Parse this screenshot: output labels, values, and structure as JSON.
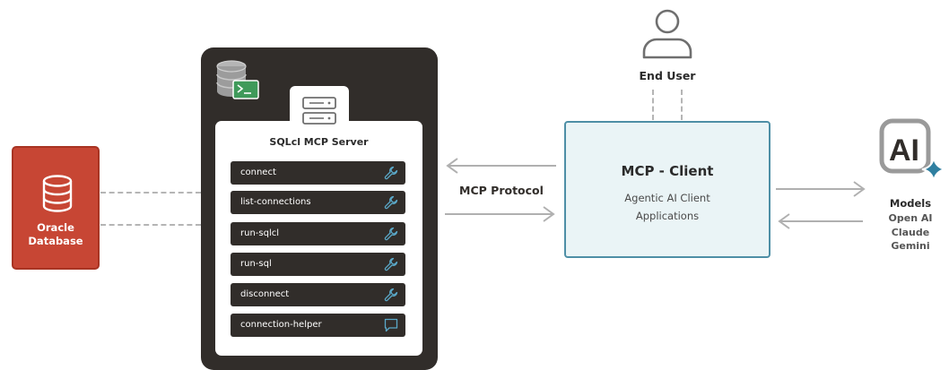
{
  "database": {
    "label_line1": "Oracle",
    "label_line2": "Database"
  },
  "server": {
    "title": "SQLcl MCP Server",
    "tools": [
      {
        "label": "connect",
        "icon": "wrench-icon"
      },
      {
        "label": "list-connections",
        "icon": "wrench-icon"
      },
      {
        "label": "run-sqlcl",
        "icon": "wrench-icon"
      },
      {
        "label": "run-sql",
        "icon": "wrench-icon"
      },
      {
        "label": "disconnect",
        "icon": "wrench-icon"
      },
      {
        "label": "connection-helper",
        "icon": "chat-bubble-icon"
      }
    ]
  },
  "protocol": {
    "label": "MCP Protocol"
  },
  "client": {
    "title": "MCP - Client",
    "subtitle_line1": "Agentic AI Client",
    "subtitle_line2": "Applications"
  },
  "end_user": {
    "label": "End User",
    "icon": "person-icon"
  },
  "models": {
    "icon_text": "AI",
    "icon": "ai-sparkle-icon",
    "title": "Models",
    "items": [
      "Open AI",
      "Claude",
      "Gemini"
    ]
  },
  "colors": {
    "oracle_red": "#c74634",
    "server_dark": "#312d2a",
    "client_fill": "#eaf4f6",
    "client_border": "#4e8fa6",
    "accent_blue": "#2f7fa0",
    "terminal_green": "#3f9a5a"
  }
}
